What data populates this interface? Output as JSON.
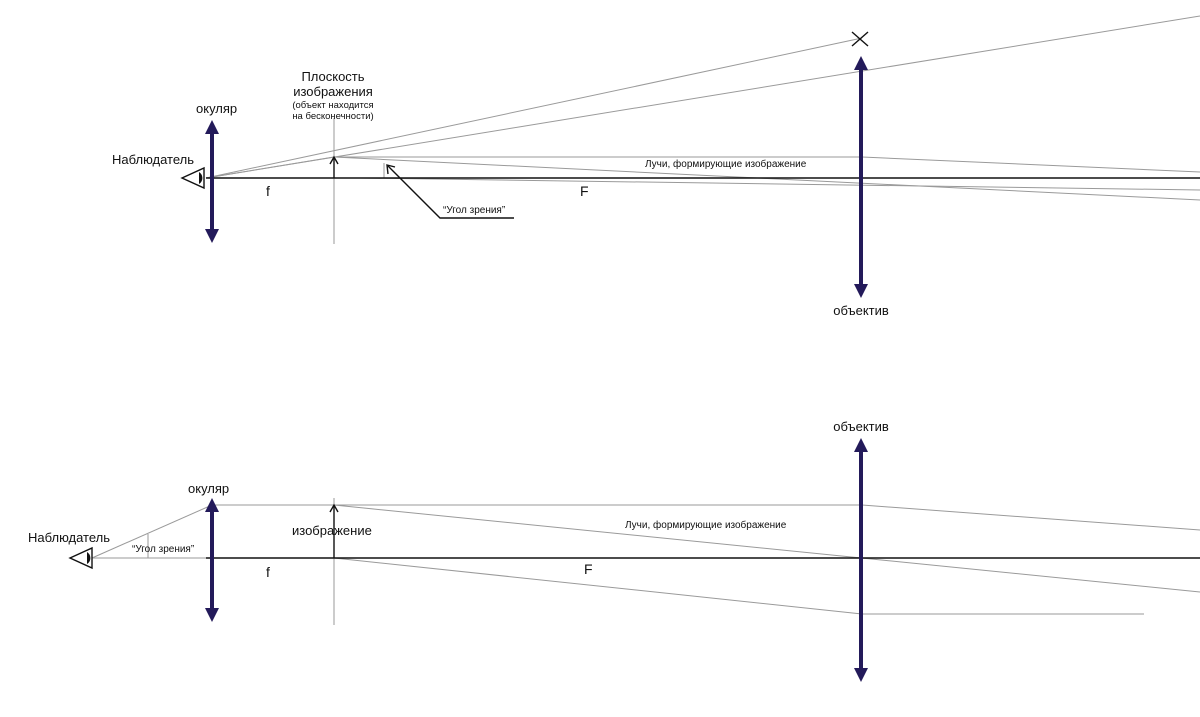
{
  "colors": {
    "lens": "#231a5a",
    "axis": "#111111",
    "ray": "#9a9a9a"
  },
  "top_diagram": {
    "observer": "Наблюдатель",
    "eyepiece": "окуляр",
    "image_plane_title_1": "Плоскость",
    "image_plane_title_2": "изображения",
    "image_plane_note_1": "(объект находится",
    "image_plane_note_2": "на бесконечности)",
    "rays": "Лучи, формирующие изображение",
    "angle": "“Угол зрения”",
    "f": "f",
    "F": "F",
    "objective": "объектив"
  },
  "bottom_diagram": {
    "observer": "Наблюдатель",
    "eyepiece": "окуляр",
    "image": "изображение",
    "angle": "“Угол зрения”",
    "rays": "Лучи, формирующие изображение",
    "f": "f",
    "F": "F",
    "objective": "объектив"
  }
}
